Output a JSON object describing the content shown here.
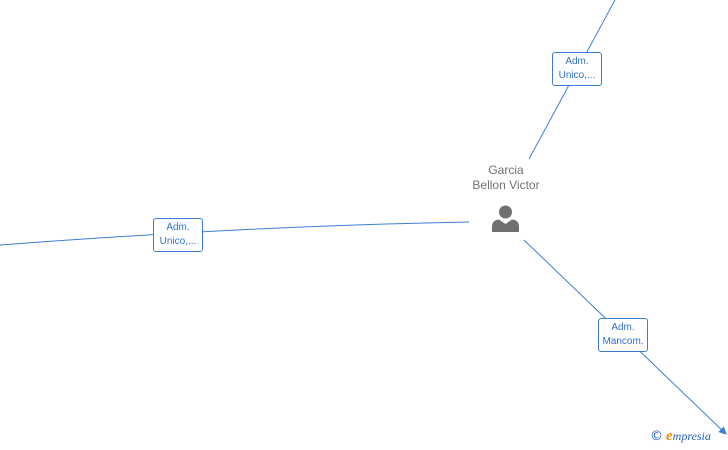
{
  "person": {
    "name_line1": "Garcia",
    "name_line2": "Bellon Victor",
    "icon": "person-icon"
  },
  "relations": [
    {
      "line1": "Adm.",
      "line2": "Unico,..."
    },
    {
      "line1": "Adm.",
      "line2": "Unico,..."
    },
    {
      "line1": "Adm.",
      "line2": "Mancom."
    }
  ],
  "colors": {
    "edge": "#3a7fd5",
    "label_text": "#2f6fc9",
    "person": "#707070",
    "brand_accent": "#f08c00"
  },
  "watermark": {
    "copyright": "©",
    "brand_initial": "e",
    "brand_rest": "mpresia"
  }
}
